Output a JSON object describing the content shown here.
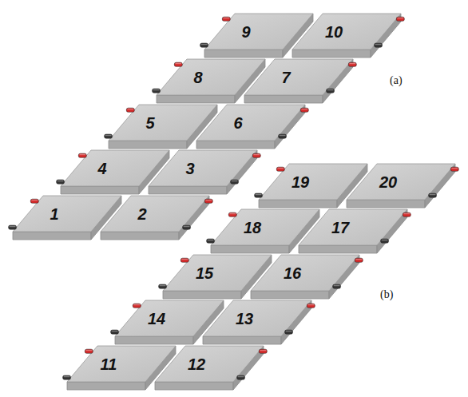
{
  "diagram": {
    "nodes": [
      {
        "text": [
          "9"
        ]
      },
      {
        "text": [
          "10"
        ]
      },
      {
        "text": [
          "8"
        ]
      },
      {
        "text": [
          "7"
        ]
      },
      {
        "text": [
          "5"
        ]
      },
      {
        "text": [
          "6"
        ]
      },
      {
        "text": [
          "4"
        ]
      },
      {
        "text": [
          "3"
        ]
      },
      {
        "text": [
          "1"
        ]
      },
      {
        "text": [
          "2"
        ]
      },
      {
        "text": [
          "19"
        ]
      },
      {
        "text": [
          "20"
        ]
      },
      {
        "text": [
          "18"
        ]
      },
      {
        "text": [
          "17"
        ]
      },
      {
        "text": [
          "15"
        ]
      },
      {
        "text": [
          "16"
        ]
      },
      {
        "text": [
          "14"
        ]
      },
      {
        "text": [
          "13"
        ]
      },
      {
        "text": [
          "11"
        ]
      },
      {
        "text": [
          "12"
        ]
      }
    ],
    "labels": [
      "(a)",
      "(b)"
    ]
  }
}
